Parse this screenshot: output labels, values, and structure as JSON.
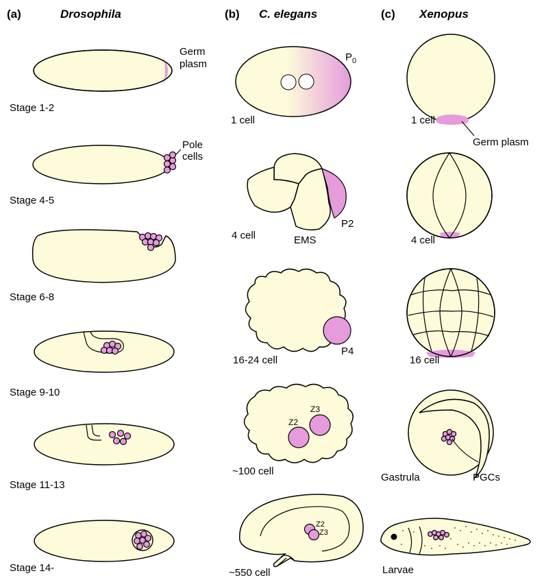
{
  "columns": [
    {
      "letter": "(a)",
      "organism": "Drosophila"
    },
    {
      "letter": "(b)",
      "organism": "C. elegans"
    },
    {
      "letter": "(c)",
      "organism": "Xenopus"
    }
  ],
  "drosophila": {
    "stages": [
      "Stage 1-2",
      "Stage 4-5",
      "Stage 6-8",
      "Stage 9-10",
      "Stage 11-13",
      "Stage 14-"
    ],
    "germ_plasm_line1": "Germ",
    "germ_plasm_line2": "plasm",
    "pole_cells_line1": "Pole",
    "pole_cells_line2": "cells"
  },
  "celegans": {
    "stages": [
      "1 cell",
      "4 cell",
      "16-24 cell",
      "~100 cell",
      "~550 cell"
    ],
    "p0_main": "P",
    "p0_sub": "0",
    "p2": "P2",
    "ems": "EMS",
    "p4": "P4",
    "z2": "Z2",
    "z3": "Z3"
  },
  "xenopus": {
    "stages": [
      "1 cell",
      "4 cell",
      "16 cell",
      "Gastrula",
      "Larvae"
    ],
    "germ_plasm": "Germ plasm",
    "pgcs": "PGCs"
  },
  "colors": {
    "cytoplasm": "#fdfbd9",
    "germ_plasm": "#e59bdc",
    "outline": "#000000"
  }
}
